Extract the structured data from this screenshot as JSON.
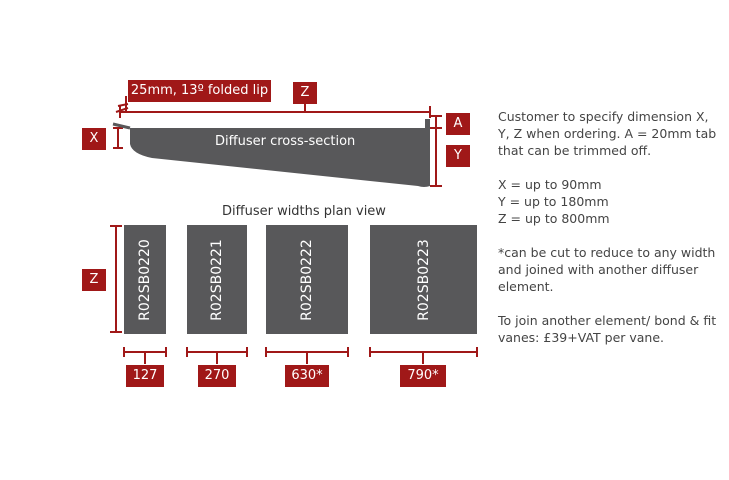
{
  "cross_section": {
    "title": "Diffuser cross-section",
    "lip_label": "25mm, 13º folded lip",
    "dim_z": "Z",
    "dim_x": "X",
    "dim_a": "A",
    "dim_y": "Y"
  },
  "plan_view": {
    "title": "Diffuser widths plan view",
    "dim_z": "Z",
    "elements": [
      {
        "code": "R02SB0220",
        "width": "127"
      },
      {
        "code": "R02SB0221",
        "width": "270"
      },
      {
        "code": "R02SB0222",
        "width": "630*"
      },
      {
        "code": "R02SB0223",
        "width": "790*"
      }
    ]
  },
  "notes": {
    "spec": "Customer to specify dimension X, Y, Z when ordering. A = 20mm tab that can be trimmed off.",
    "x": "X = up to 90mm",
    "y": "Y = up to 180mm",
    "z": "Z = up to 800mm",
    "cut": "*can be cut to reduce to any width and joined with another diffuser element.",
    "join": "To join another element/ bond & fit vanes: £39+VAT per vane."
  },
  "colors": {
    "accent": "#a01818",
    "element": "#58585a"
  }
}
